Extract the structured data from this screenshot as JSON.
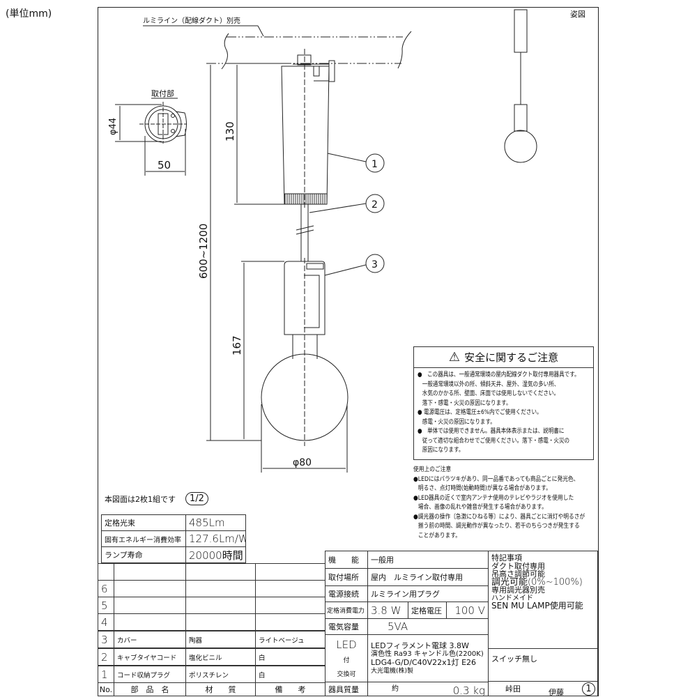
{
  "unit_label": "(単位mm)",
  "drawing": {
    "duct_label": "ルミライン（配線ダクト）別売",
    "mount_title": "取付部",
    "dim_phi44": "φ44",
    "dim_50": "50",
    "dim_130": "130",
    "dim_600_1200": "600~1200",
    "dim_167": "167",
    "dim_phi80": "φ80",
    "callouts": [
      "1",
      "2",
      "3"
    ],
    "perspective_label": "姿図"
  },
  "safety": {
    "title": "安全に関するご注意",
    "items": [
      [
        "この器具は、一般通常環境の屋内配線ダクト取付専用器具です。",
        "一般通常環境以外の所、傾斜天井、屋外、湿気の多い所、",
        "水気のかかる所、壁面、床面では使用しないでください。",
        "落下・感電・火災の原因になります。"
      ],
      [
        "電源電圧は、定格電圧±6%内でご使用ください。",
        "感電・火災の原因になります。"
      ],
      [
        "単体では使用できません。器具本体表示または、説明書に",
        "従って適切な組合わせでご使用ください。落下・感電・火災の",
        "原因になります。"
      ]
    ]
  },
  "usage_notes": {
    "title": "使用上のご注意",
    "items": [
      [
        "●LEDにはバラツキがあり、同一品番であっても商品ごとに発光色、",
        "明るさ、点灯時間(始動時間)が異なる場合があります。"
      ],
      [
        "●LED器具の近くで室内アンテナ使用のテレビやラジオを使用した",
        "場合、画像の乱れや雑音が発生する場合があります。"
      ],
      [
        "●調光器の操作〔急激にひねる等〕により、器具ごとに消灯や明るさが",
        "揃う前の時間、調光動作が異なったり、若干のちらつきが発生する",
        "ことがあります。"
      ]
    ]
  },
  "sheet_note": "本図面は2枚1組です",
  "sheet_number": "1/2",
  "specs": [
    {
      "label": "定格光束",
      "value": "485Lm"
    },
    {
      "label": "固有エネルギー消費効率",
      "value": "127.6Lm/W"
    },
    {
      "label": "ランプ寿命",
      "value": "20000時間"
    }
  ],
  "parts": {
    "headers": [
      "No.",
      "部　品　名",
      "材　　質",
      "備　　考"
    ],
    "rows": [
      {
        "no": "",
        "name": "",
        "material": "",
        "note": ""
      },
      {
        "no": "6",
        "name": "",
        "material": "",
        "note": ""
      },
      {
        "no": "5",
        "name": "",
        "material": "",
        "note": ""
      },
      {
        "no": "4",
        "name": "",
        "material": "",
        "note": ""
      },
      {
        "no": "3",
        "name": "カバー",
        "material": "陶器",
        "note": "ライトベージュ"
      },
      {
        "no": "2",
        "name": "キャブタイヤコード",
        "material": "塩化ビニル",
        "note": "白"
      },
      {
        "no": "1",
        "name": "コード収納プラグ",
        "material": "ポリスチレン",
        "note": "白"
      }
    ]
  },
  "info": {
    "function_label": "機　　能",
    "function_value": "一般用",
    "location_label": "取付場所",
    "location_value": "屋内　ルミライン取付専用",
    "power_conn_label": "電源接続",
    "power_conn_value": "ルミライン用プラグ",
    "rated_power_label": "定格消費電力",
    "rated_power_value": "3.8 W",
    "rated_voltage_label": "定格電圧",
    "rated_voltage_value": "100 V",
    "capacity_label": "電気容量",
    "capacity_value": "5VA",
    "lamp_label_1": "LED",
    "lamp_label_2": "付",
    "lamp_label_3": "交換可",
    "lamp_lines": [
      "LEDフィラメント電球 3.8W",
      "演色性 Ra93 キャンドル色(2200K)",
      "LDG4-G/D/C40V22x1灯 E26",
      "大光電機(株)製"
    ],
    "weight_label": "器具質量",
    "weight_prefix": "約",
    "weight_value": "0.3 kg"
  },
  "special": {
    "title": "特記事項",
    "lines": [
      "ダクト取付専用",
      "吊高さ調節可能",
      "調光可能(0%~100%)",
      "専用調光器別売",
      "ハンドメイド",
      "SEN MU LAMP使用可能"
    ],
    "switch": "スイッチ無し",
    "drafter": "峠田",
    "checker": "伊藤",
    "sheet": "1"
  }
}
